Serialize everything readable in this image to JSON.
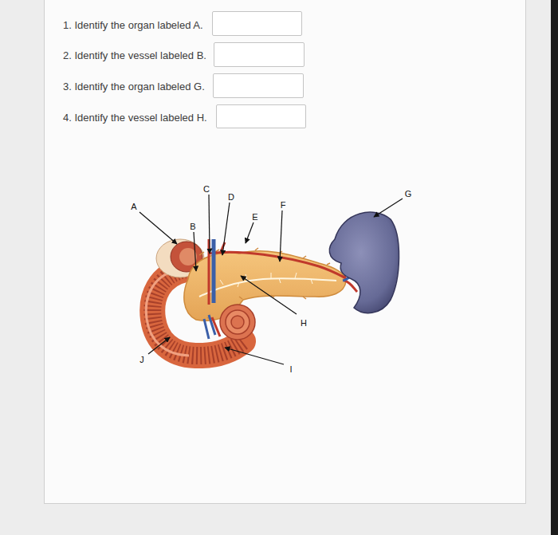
{
  "diagram": {
    "nodes": [
      {
        "text": [
          "1. Identify the organ labeled A.",
          "2. Identify the vessel labeled B.",
          "3. Identify the organ labeled G.",
          "4. Identify the vessel labeled H."
        ]
      }
    ],
    "labels": [
      "A",
      "B",
      "C",
      "D",
      "E",
      "F",
      "G",
      "H",
      "I",
      "J"
    ]
  }
}
